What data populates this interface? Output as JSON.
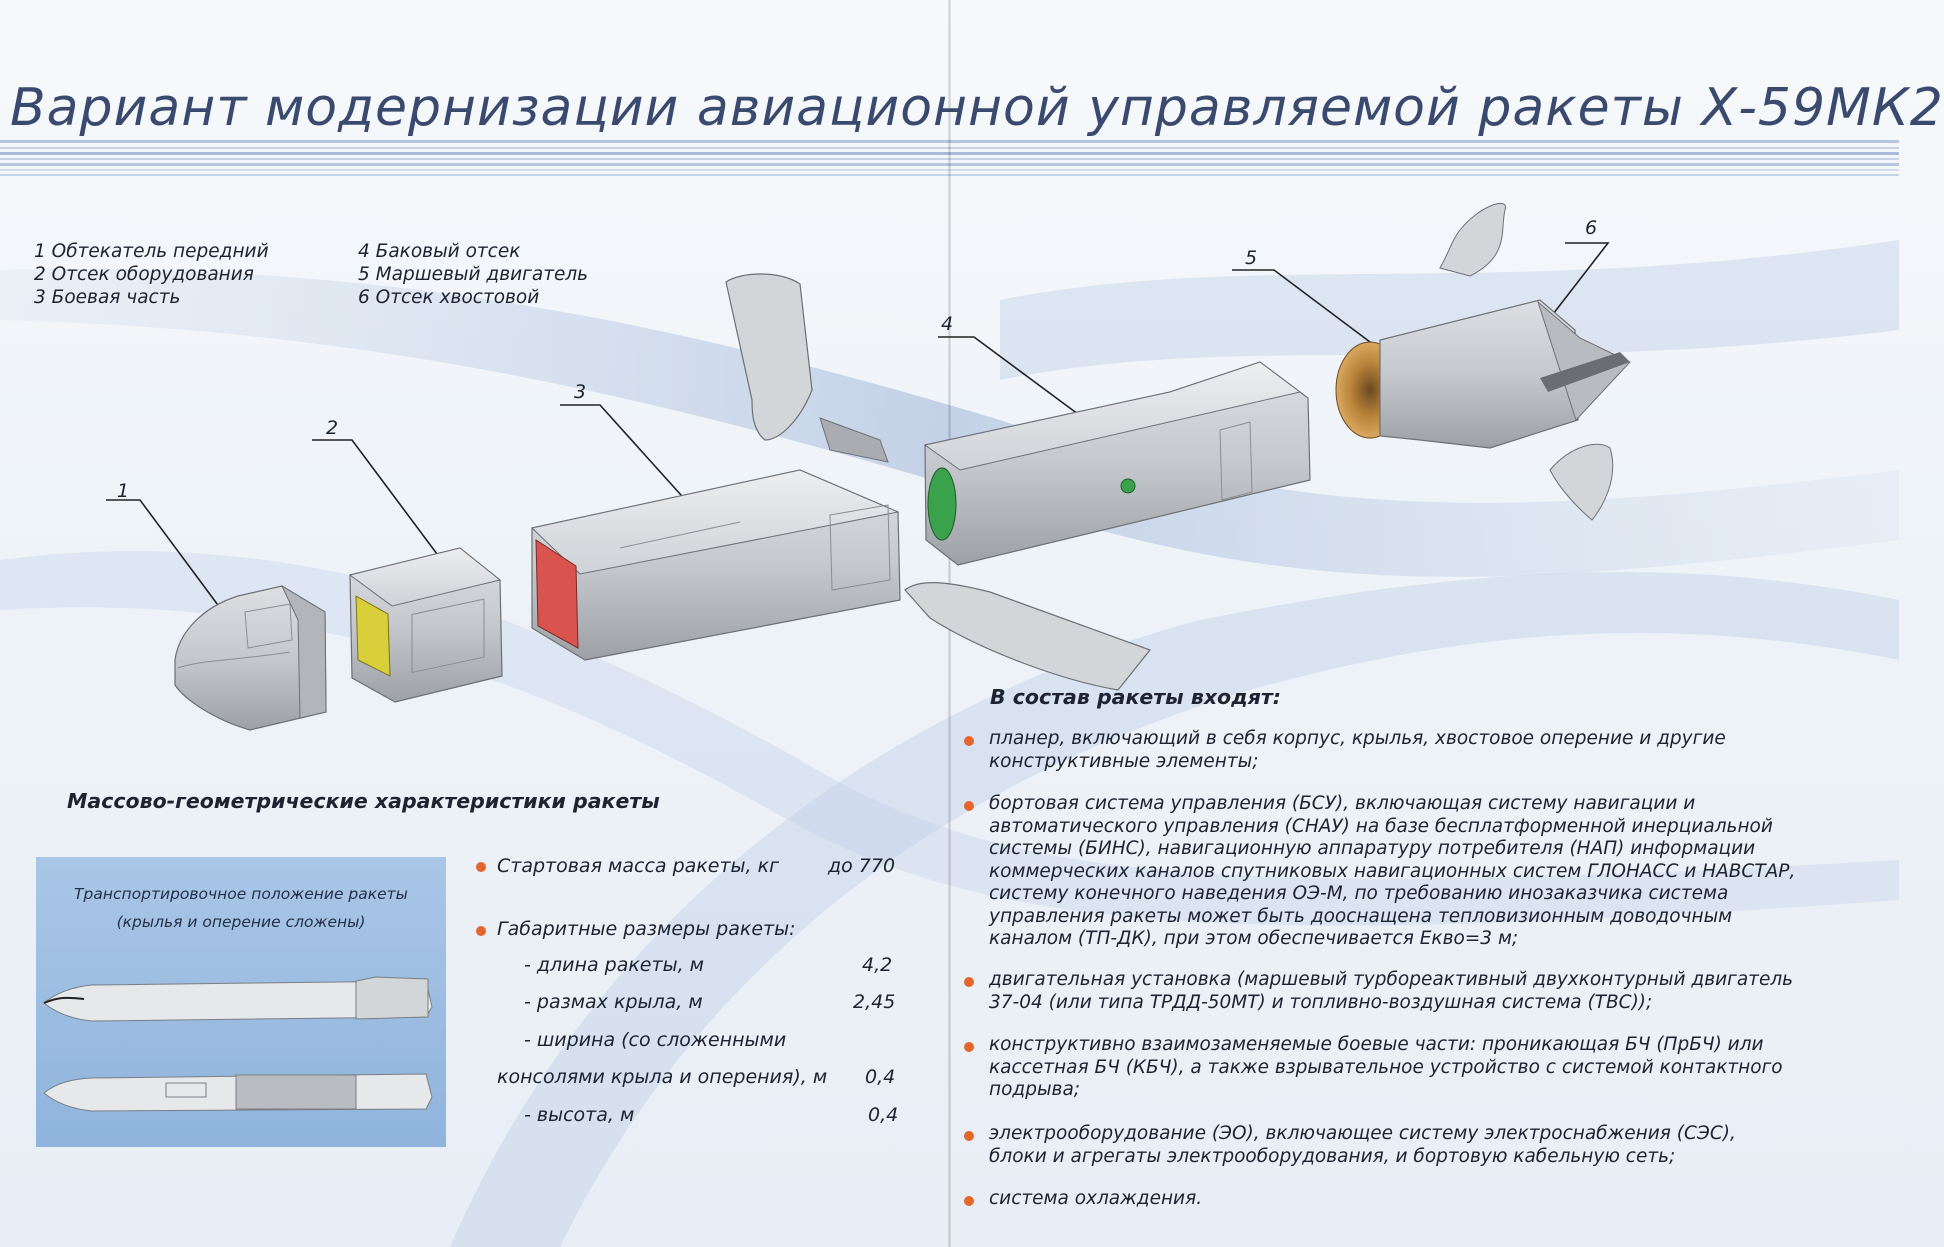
{
  "title": "Вариант модернизации авиационной управляемой ракеты Х-59МК2",
  "legend": {
    "col1": [
      "1 Обтекатель передний",
      "2 Отсек оборудования",
      "3 Боевая часть"
    ],
    "col2": [
      "4 Баковый отсек",
      "5 Маршевый двигатель",
      "6 Отсек хвостовой"
    ]
  },
  "callouts": [
    "1",
    "2",
    "3",
    "4",
    "5",
    "6"
  ],
  "mass": {
    "heading": "Массово-геометрические характеристики ракеты",
    "transport_caption": [
      "Транспортировочное положение ракеты",
      "(крылья и оперение сложены)"
    ],
    "launch_mass_label": "Стартовая масса ракеты, кг",
    "launch_mass_value": "до 770",
    "dims_label": "Габаритные размеры ракеты:",
    "length_label": "- длина ракеты, м",
    "length_value": "4,2",
    "span_label": "- размах крыла, м",
    "span_value": "2,45",
    "width_label_1": "- ширина (со сложенными",
    "width_label_2": "консолями крыла и оперения), м",
    "width_value": "0,4",
    "height_label": "- высота, м",
    "height_value": "0,4"
  },
  "composition": {
    "heading": "В состав ракеты входят:",
    "items": [
      [
        "планер, включающий в себя корпус, крылья, хвостовое оперение и другие",
        "конструктивные элементы;"
      ],
      [
        "бортовая система управления (БСУ), включающая систему навигации и",
        "автоматического управления (СНАУ) на базе бесплатформенной инерциальной",
        "системы (БИНС), навигационную аппаратуру потребителя (НАП) информации",
        "коммерческих каналов спутниковых навигационных систем ГЛОНАСС и НАВСТАР,",
        "систему конечного наведения ОЭ-М, по требованию инозаказчика система",
        "управления ракеты может быть дооснащена тепловизионным доводочным",
        "каналом (ТП-ДК), при этом обеспечивается Екво=3 м;"
      ],
      [
        "двигательная установка (маршевый турбореактивный двухконтурный двигатель",
        "37-04 (или типа ТРДД-50МТ) и топливно-воздушная система (ТВС));"
      ],
      [
        "конструктивно взаимозаменяемые боевые части: проникающая БЧ (ПрБЧ) или",
        "кассетная БЧ (КБЧ), а также взрывательное устройство с системой контактного",
        "подрыва;"
      ],
      [
        "электрооборудование (ЭО), включающее систему электроснабжения (СЭС),",
        "блоки и агрегаты электрооборудования, и бортовую кабельную сеть;"
      ],
      [
        "система охлаждения."
      ]
    ]
  },
  "colors": {
    "title": "#3a4a6e",
    "bullet": "#e4662a",
    "transport_panel": "#9dbde2",
    "module_body": "#c9ccd0",
    "warhead_face": "#d9534f",
    "equipment_face": "#d8cf3a",
    "tank_face": "#3aa24a",
    "engine_ring": "#b8823a"
  }
}
